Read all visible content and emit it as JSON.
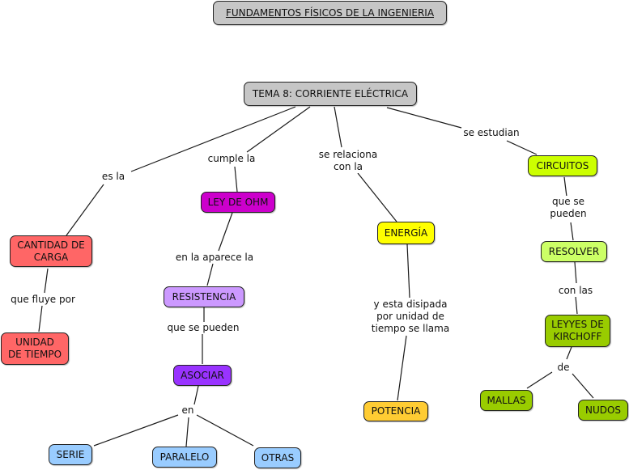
{
  "title": "FUNDAMENTOS FÍSICOS DE LA INGENIERIA",
  "colors": {
    "title": "#c6c6c6",
    "main": "#c6c6c6",
    "carga": "#ff6666",
    "ohm": "#cc00cc",
    "resistencia": "#cc99ff",
    "asociar": "#9933ff",
    "tipos": "#99ccff",
    "energia": "#ffff00",
    "potencia": "#ffcc33",
    "circuitos": "#ccff00",
    "resolver": "#ccff66",
    "kirchoff": "#99cc00"
  },
  "nodes": {
    "main": "TEMA 8: CORRIENTE ELÉCTRICA",
    "cantidad_carga": "CANTIDAD DE\nCARGA",
    "unidad_tiempo": "UNIDAD\nDE TIEMPO",
    "ley_ohm": "LEY DE OHM",
    "resistencia": "RESISTENCIA",
    "asociar": "ASOCIAR",
    "serie": "SERIE",
    "paralelo": "PARALELO",
    "otras": "OTRAS",
    "energia": "ENERGÍA",
    "potencia": "POTENCIA",
    "circuitos": "CIRCUITOS",
    "resolver": "RESOLVER",
    "kirchoff": "LEYYES DE\nKIRCHOFF",
    "mallas": "MALLAS",
    "nudos": "NUDOS"
  },
  "links": {
    "es_la": "es la",
    "cumple_la": "cumple la",
    "se_relaciona": "se relaciona\ncon la",
    "se_estudian": "se estudian",
    "que_fluye_por": "que fluye por",
    "en_la_aparece_la": "en la aparece la",
    "que_se_pueden_1": "que se pueden",
    "en": "en",
    "disipada": "y esta disipada\npor unidad de\ntiempo se llama",
    "que_se_pueden_2": "que se\npueden",
    "con_las": "con las",
    "de": "de"
  }
}
